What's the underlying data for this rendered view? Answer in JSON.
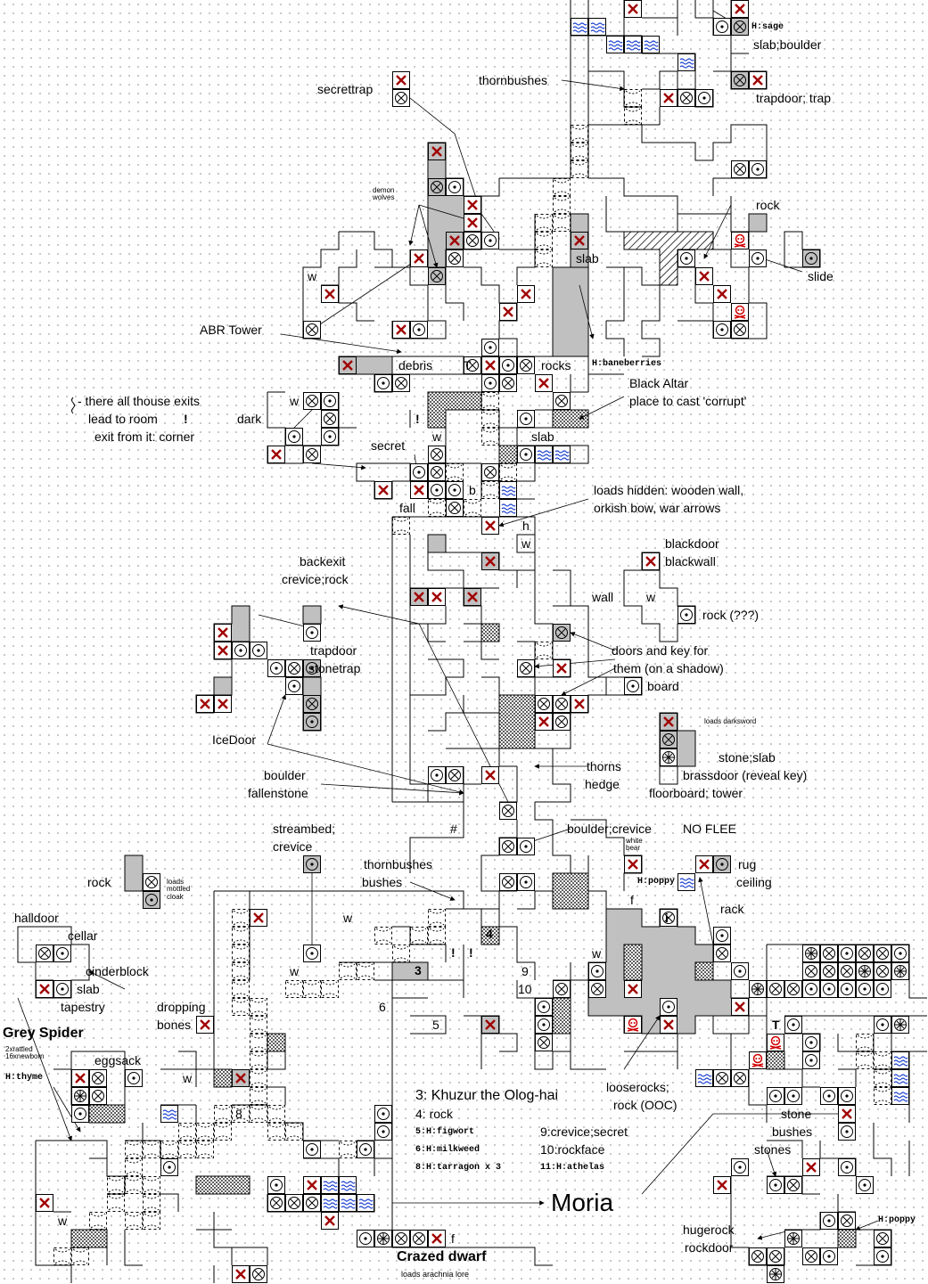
{
  "map_title": "Moria",
  "colors": {
    "wall": "#000000",
    "room_fill": "#ffffff",
    "shaded_room": "#c0c0c0",
    "hatched_room": "#808080",
    "trap_mark": "#a00000",
    "water": "#1a3fd0",
    "skull": "#d00000",
    "grid_dot": "#b9b9b9"
  },
  "icons": [
    "trap-x-icon",
    "circle-cross-icon",
    "circle-dot-icon",
    "circle-star-icon",
    "water-wave-icon",
    "skull-icon",
    "exclamation-icon",
    "arrow-icon"
  ],
  "labels": {
    "sage": "H:sage",
    "slab_boulder": "slab;boulder",
    "thornbushes_top": "thornbushes",
    "trapdoor_trap": "trapdoor; trap",
    "secrettrap": "secrettrap",
    "demon_wolves": "demon\nwolves",
    "rock_top": "rock",
    "slide": "slide",
    "slab_mid": "slab",
    "abr_tower": "ABR Tower",
    "w1": "w",
    "baneberries": "H:baneberries",
    "debris": "debris",
    "rocks": "rocks",
    "T_mark": "T",
    "exits_note_1": "- there all thouse exits",
    "exits_note_2": "lead to room",
    "exits_note_3": "exit from it: corner",
    "dark": "dark",
    "w2": "w",
    "black_altar_1": "Black Altar",
    "black_altar_2": "place to cast 'corrupt'",
    "secret": "secret",
    "w3": "w",
    "slab_altar": "slab",
    "loads_hidden_1": "loads hidden: wooden wall,",
    "loads_hidden_2": "orkish bow, war arrows",
    "b_mark": "b",
    "fall": "fall",
    "h_mark": "h",
    "w4": "w",
    "blackdoor": "blackdoor",
    "blackwall": "blackwall",
    "wall": "wall",
    "w5": "w",
    "rock_qqq": "rock (???)",
    "backexit": "backexit",
    "crevice_rock": "crevice;rock",
    "trapdoor": "trapdoor",
    "stonetrap": "stonetrap",
    "doors_key_1": "doors and key for",
    "doors_key_2": "them (on a shadow)",
    "board": "board",
    "loads_darksword": "loads darksword",
    "icedoor": "IceDoor",
    "stone_slab": "stone;slab",
    "brassdoor": "brassdoor (reveal key)",
    "floorboard": "floorboard; tower",
    "thorns": "thorns",
    "hedge": "hedge",
    "boulder": "boulder",
    "fallenstone": "fallenstone",
    "hash": "#",
    "streambed": "streambed;",
    "crevice": "crevice",
    "boulder_crevice": "boulder;crevice",
    "white_bear": "white\nbear",
    "no_flee": "NO FLEE",
    "rock_left": "rock",
    "loads_cloak": "loads\nmottled\ncloak",
    "thornbushes_mid": "thornbushes",
    "bushes": "bushes",
    "poppy1": "H:poppy",
    "rug": "rug",
    "ceiling": "ceiling",
    "rack": "rack",
    "halldoor": "halldoor",
    "cellar": "cellar",
    "cinderblock": "cinderblock",
    "slab_left": "slab",
    "tapestry": "tapestry",
    "w6": "w",
    "w7": "w",
    "n4": "4",
    "n3": "3",
    "n9": "9",
    "n10": "10",
    "n6": "6",
    "n5": "5",
    "f1": "f",
    "i_mark": "i",
    "w8": "w",
    "dropping": "dropping",
    "bones": "bones",
    "grey_spider": "Grey Spider",
    "spider_note": "2xrattled\n16xnewborn",
    "eggsack": "eggsack",
    "w9": "w",
    "thyme": "H:thyme",
    "n8": "8",
    "T_right": "T",
    "looserocks": "looserocks;",
    "rock_ooc": "rock (OOC)",
    "stone": "stone",
    "bushes_right": "bushes",
    "stones": "stones",
    "poppy2": "H:poppy",
    "hugerock": "hugerock",
    "rockdoor": "rockdoor",
    "crazed_dwarf": "Crazed dwarf",
    "arachnia": "loads arachnia lore",
    "f2": "f",
    "w10": "w"
  },
  "legend": [
    "3: Khuzur the Olog-hai",
    "4: rock",
    "5:H:figwort",
    "6:H:milkweed",
    "8:H:tarragon x 3",
    "9:crevice;secret",
    "10:rockface",
    "11:H:athelas"
  ]
}
